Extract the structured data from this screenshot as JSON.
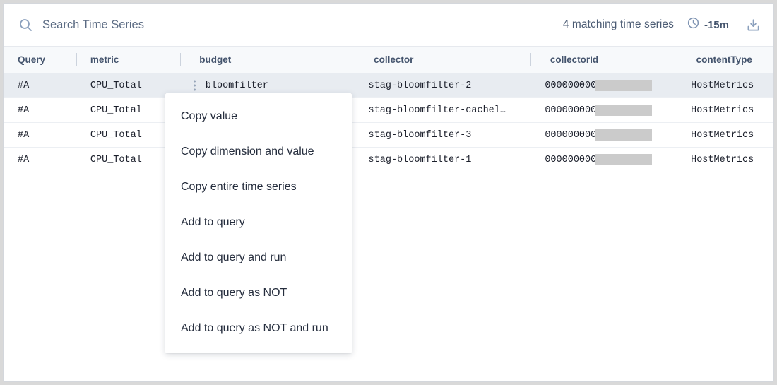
{
  "search": {
    "placeholder": "Search Time Series",
    "value": "",
    "icon": "search-icon"
  },
  "header": {
    "match_count": "4 matching time series",
    "time_range": "-15m",
    "clock_icon": "clock-icon",
    "download_icon": "download-icon"
  },
  "table": {
    "columns": [
      {
        "key": "query",
        "label": "Query"
      },
      {
        "key": "metric",
        "label": "metric"
      },
      {
        "key": "budget",
        "label": "_budget"
      },
      {
        "key": "collector",
        "label": "_collector"
      },
      {
        "key": "collectorId",
        "label": "_collectorId"
      },
      {
        "key": "contentType",
        "label": "_contentType"
      }
    ],
    "rows": [
      {
        "query": "#A",
        "metric": "CPU_Total",
        "budget": "bloomfilter",
        "collector": "stag-bloomfilter-2",
        "collectorId": "000000000",
        "collectorId_redacted": true,
        "contentType": "HostMetrics",
        "selected": true
      },
      {
        "query": "#A",
        "metric": "CPU_Total",
        "budget": "",
        "collector": "stag-bloomfilter-cachel…",
        "collectorId": "000000000",
        "collectorId_redacted": true,
        "contentType": "HostMetrics",
        "selected": false
      },
      {
        "query": "#A",
        "metric": "CPU_Total",
        "budget": "",
        "collector": "stag-bloomfilter-3",
        "collectorId": "000000000",
        "collectorId_redacted": true,
        "contentType": "HostMetrics",
        "selected": false
      },
      {
        "query": "#A",
        "metric": "CPU_Total",
        "budget": "",
        "collector": "stag-bloomfilter-1",
        "collectorId": "000000000",
        "collectorId_redacted": true,
        "contentType": "HostMetrics",
        "selected": false
      }
    ]
  },
  "context_menu": {
    "open": true,
    "items": [
      {
        "label": "Copy value"
      },
      {
        "label": "Copy dimension and value"
      },
      {
        "label": "Copy entire time series"
      },
      {
        "label": "Add to query"
      },
      {
        "label": "Add to query and run"
      },
      {
        "label": "Add to query as NOT"
      },
      {
        "label": "Add to query as NOT and run"
      }
    ]
  },
  "colors": {
    "selected_row": "#e8ecf1",
    "header_bg": "#f7f9fb",
    "text_primary": "#1b1f2b",
    "text_muted": "#44546d",
    "icon": "#8ba0bd",
    "redaction": "#cbcbcb"
  }
}
